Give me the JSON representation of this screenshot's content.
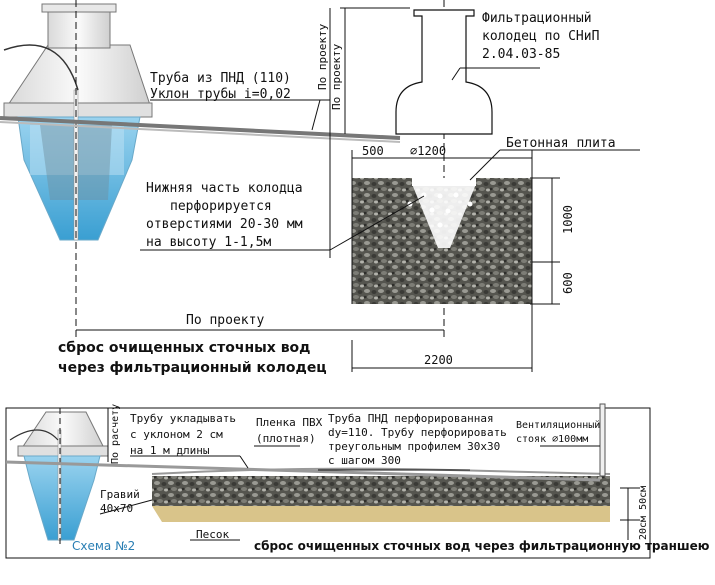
{
  "top": {
    "pipe_label_1": "Труба из ПНД (110)",
    "pipe_label_2": "Уклон трубы i=0,02",
    "well_title_1": "Фильтрационный",
    "well_title_2": "колодец по СНиП",
    "well_title_3": "2.04.03-85",
    "po_proektu_v1": "По проекту",
    "po_proektu_v2": "По проекту",
    "dim_500": "500",
    "dim_diam": "⌀1200",
    "concrete_label": "Бетонная плита",
    "perf_1": "Нижняя часть колодца",
    "perf_2": "перфорируется",
    "perf_3": "отверстиями 20-30 мм",
    "perf_4": "на высоту 1-1,5м",
    "dim_1000": "1000",
    "dim_600": "600",
    "dim_po_proektu_h": "По проекту",
    "dim_2200": "2200",
    "caption_1": "сброс очищенных сточных вод",
    "caption_2": "через фильтрационный колодец"
  },
  "bottom": {
    "po_raschetu": "По расчету",
    "slope_1": "Трубу укладывать",
    "slope_2": "с уклоном 2 см",
    "slope_3": "на 1 м длины",
    "film_1": "Пленка ПВХ",
    "film_2": "(плотная)",
    "perf_pipe_1": "Труба ПНД перфорированная",
    "perf_pipe_2": "dy=110. Трубу перфорировать",
    "perf_pipe_3": "треугольным профилем 30x30",
    "perf_pipe_4": "с шагом 300",
    "vent_1": "Вентиляционный",
    "vent_2": "стояк ⌀100мм",
    "gravel_1": "Гравий",
    "gravel_2": "40x70",
    "dim_side": "20см 50см",
    "schema_label": "Схема №2",
    "sand_label": "Песок",
    "caption": "сброс очищенных сточных вод через фильтрационную траншею"
  },
  "colors": {
    "water": "#5fb6e0",
    "water_light": "#bfe2f3",
    "tank_white": "#f2f2f2",
    "gravel_dark": "#4a4a48",
    "gravel_light": "#8a8a86",
    "sand": "#d9c48a",
    "line": "#111111"
  }
}
